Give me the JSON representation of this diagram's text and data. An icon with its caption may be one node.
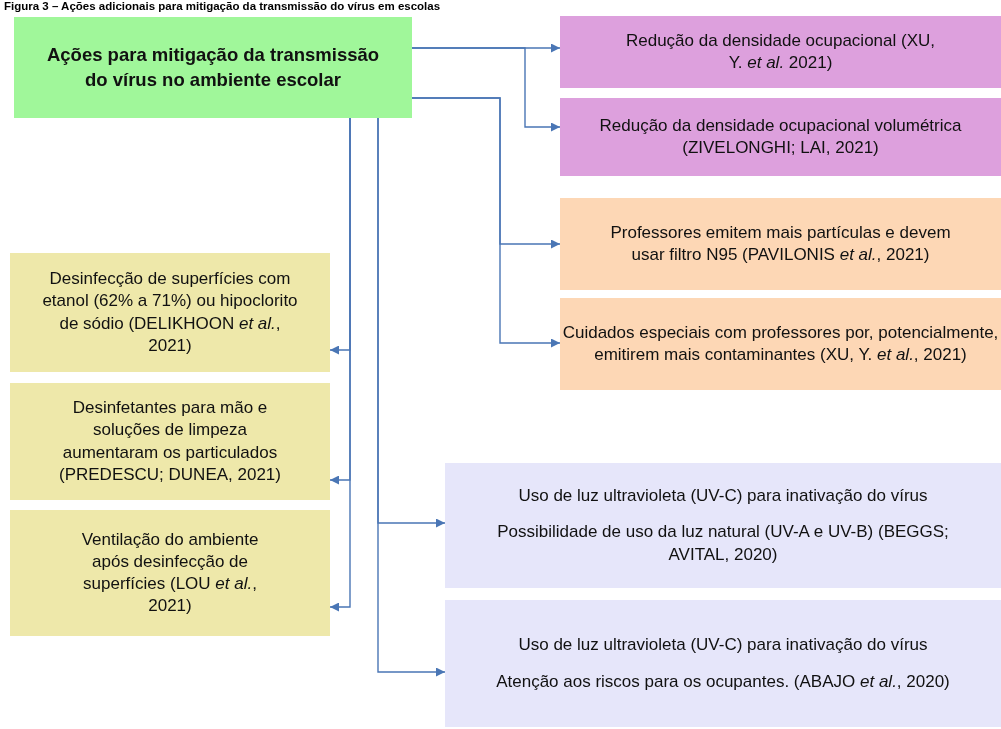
{
  "diagram": {
    "title": "Figura 3 – Ações adicionais para mitigação da transmissão do vírus em escolas",
    "nodes": [
      {
        "text": [
          "Ações para mitigação da transmissão do vírus no ambiente escolar"
        ]
      },
      {
        "text": [
          "Redução da densidade ocupacional (XU, Y. *et al.* 2021)"
        ]
      },
      {
        "text": [
          "Redução da densidade ocupacional volumétrica (ZIVELONGHI; LAI, 2021)"
        ]
      },
      {
        "text": [
          "Professores emitem mais partículas e devem usar filtro N95 (PAVILONIS *et al.*, 2021)"
        ]
      },
      {
        "text": [
          "Cuidados especiais com professores por, potencialmente, emitirem mais contaminantes (XU, Y. *et al.*, 2021)"
        ]
      },
      {
        "text": [
          "Desinfecção de superfícies com etanol (62% a 71%) ou hipoclorito de sódio (DELIKHOON *et al.*, 2021)"
        ]
      },
      {
        "text": [
          "Desinfetantes para mão e soluções de limpeza aumentaram os particulados (PREDESCU; DUNEA, 2021)"
        ]
      },
      {
        "text": [
          "Ventilação do ambiente após desinfecção de superfícies (LOU *et al.*, 2021)"
        ]
      },
      {
        "text": [
          "Uso de luz ultravioleta (UV-C) para inativação do vírus",
          "Possibilidade de uso da luz natural (UV-A e UV-B) (BEGGS; AVITAL, 2020)"
        ]
      },
      {
        "text": [
          "Uso de luz ultravioleta (UV-C) para inativação do vírus",
          "Atenção aos riscos para os ocupantes. (ABAJO *et al.*, 2020)"
        ]
      }
    ],
    "edges": [
      {
        "from": 0,
        "to": 1,
        "arrow": "to"
      },
      {
        "from": 0,
        "to": 2,
        "arrow": "to"
      },
      {
        "from": 0,
        "to": 3,
        "arrow": "to"
      },
      {
        "from": 0,
        "to": 4,
        "arrow": "to"
      },
      {
        "from": 0,
        "to": 5,
        "arrow": "to"
      },
      {
        "from": 0,
        "to": 6,
        "arrow": "to"
      },
      {
        "from": 0,
        "to": 7,
        "arrow": "to"
      },
      {
        "from": 0,
        "to": 8,
        "arrow": "to"
      },
      {
        "from": 0,
        "to": 9,
        "arrow": "to"
      }
    ]
  }
}
